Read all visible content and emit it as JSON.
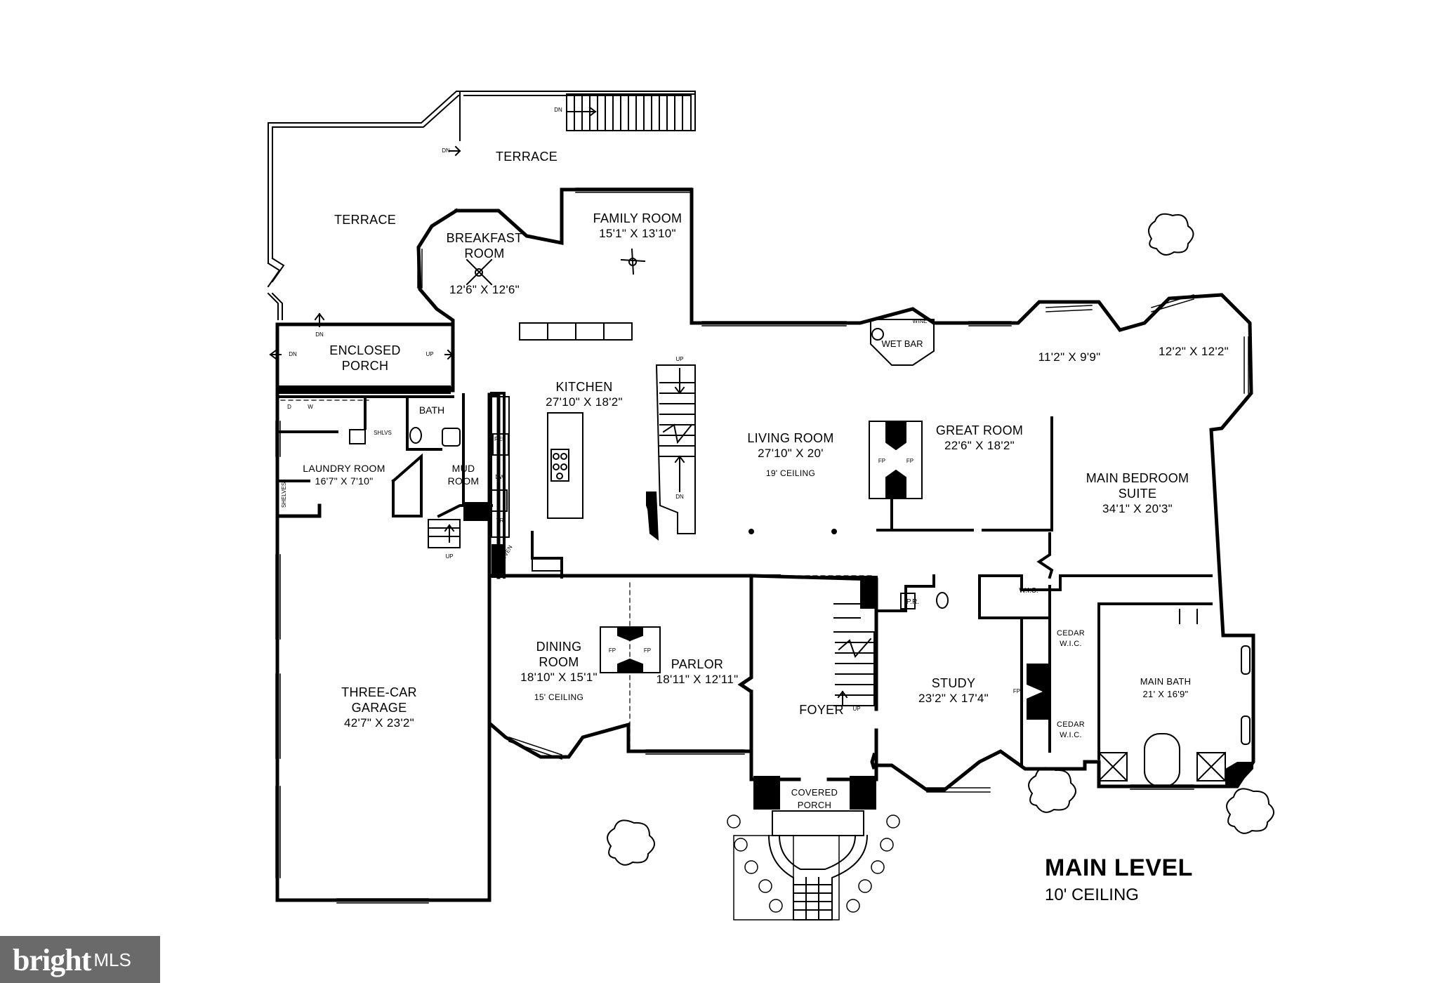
{
  "plan": {
    "level_title": "MAIN LEVEL",
    "level_subtitle": "10' CEILING"
  },
  "rooms": {
    "terrace_left": "TERRACE",
    "terrace_top": "TERRACE",
    "breakfast_name": "BREAKFAST",
    "breakfast_name2": "ROOM",
    "breakfast_dims": "12'6\" X 12'6\"",
    "family_name": "FAMILY ROOM",
    "family_dims": "15'1\" X 13'10\"",
    "enclosed_name": "ENCLOSED",
    "enclosed_name2": "PORCH",
    "kitchen_name": "KITCHEN",
    "kitchen_dims": "27'10\" X 18'2\"",
    "living_name": "LIVING ROOM",
    "living_dims": "27'10\" X 20'",
    "living_ceiling": "19' CEILING",
    "wetbar_name": "WET BAR",
    "great_name": "GREAT ROOM",
    "great_dims": "22'6\" X 18'2\"",
    "alcove_dims": "11'2\" X 9'9\"",
    "sitting_dims": "12'2\" X 12'2\"",
    "bedroom_name": "MAIN BEDROOM",
    "bedroom_name2": "SUITE",
    "bedroom_dims": "34'1\" X 20'3\"",
    "bath_name": "BATH",
    "laundry_name": "LAUNDRY ROOM",
    "laundry_dims": "16'7\" X 7'10\"",
    "mud_name": "MUD",
    "mud_name2": "ROOM",
    "garage_name": "THREE-CAR",
    "garage_name2": "GARAGE",
    "garage_dims": "42'7\" X 23'2\"",
    "dining_name": "DINING",
    "dining_name2": "ROOM",
    "dining_dims": "18'10\" X 15'1\"",
    "dining_ceiling": "15' CEILING",
    "parlor_name": "PARLOR",
    "parlor_dims": "18'11\" X 12'11\"",
    "foyer_name": "FOYER",
    "covered_name": "COVERED",
    "covered_name2": "PORCH",
    "study_name": "STUDY",
    "study_dims": "23'2\" X 17'4\"",
    "mainbath_name": "MAIN BATH",
    "mainbath_dims": "21' X 16'9\"",
    "cedar1_name": "CEDAR",
    "cedar1_name2": "W.I.C.",
    "cedar2_name": "CEDAR",
    "cedar2_name2": "W.I.C.",
    "wic_name": "W.I.C.",
    "pr_name": "P.R."
  },
  "fixtures": {
    "ref": "REF",
    "dw": "DW",
    "tr": "TR",
    "dbl_oven": "DBL OVEN",
    "shlvs": "SHLVS",
    "shelves": "SHELVES",
    "wine": "WINE",
    "d": "D",
    "w": "W",
    "fp": "FP"
  },
  "arrows": {
    "dn": "DN",
    "up": "UP"
  },
  "logo": {
    "brand": "bright",
    "suffix": "MLS"
  },
  "colors": {
    "wall": "#000000",
    "background": "#ffffff",
    "logo_bg": "#6a6a6a"
  }
}
